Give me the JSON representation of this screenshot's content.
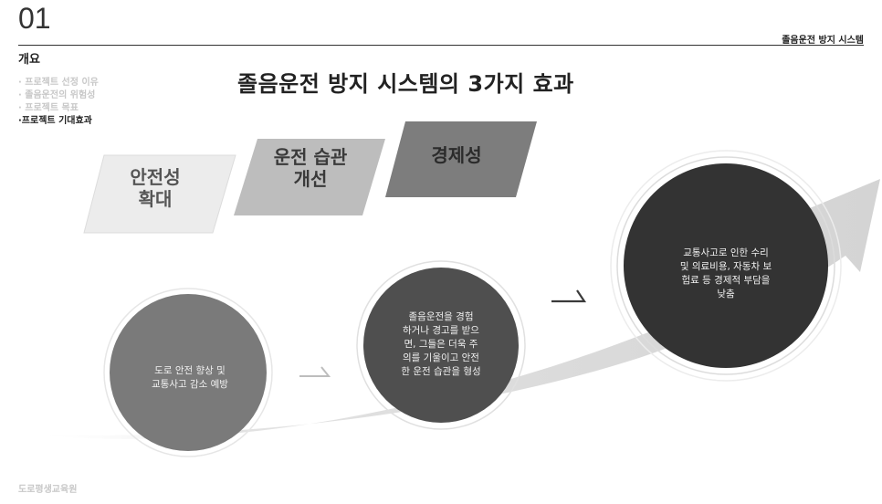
{
  "header": {
    "slide_number": "01",
    "right_title": "졸음운전 방지 시스템"
  },
  "sidebar": {
    "section_title": "개요",
    "items": [
      {
        "label": "· 프로젝트 선정 이유",
        "active": false
      },
      {
        "label": "· 졸음운전의 위험성",
        "active": false
      },
      {
        "label": "· 프로젝트 목표",
        "active": false
      },
      {
        "label": "·프로젝트 기대효과",
        "active": true
      }
    ]
  },
  "main": {
    "title": "졸음운전 방지 시스템의 3가지 효과",
    "effects": [
      {
        "line1": "안전성",
        "line2": "확대",
        "color": "#ececec"
      },
      {
        "line1": "운전 습관",
        "line2": "개선",
        "color": "#bdbdbd"
      },
      {
        "line1": "경제성",
        "line2": "",
        "color": "#7d7d7d"
      }
    ],
    "circles": [
      {
        "lines": [
          "도로 안전 향상 및",
          "교통사고 감소 예방"
        ],
        "color": "#7a7a7a"
      },
      {
        "lines": [
          "졸음운전을 경험",
          "하거나 경고를 받으",
          "면, 그들은 더욱 주",
          "의를 기울이고 안전",
          "한 운전 습관을 형성"
        ],
        "color": "#4f4f4f"
      },
      {
        "lines": [
          "교통사고로 인한 수리",
          "및 의료비용, 자동차 보",
          "험료 등 경제적 부담을",
          "낮춤"
        ],
        "color": "#333333"
      }
    ]
  },
  "footer": {
    "text": "도로평생교육원"
  }
}
